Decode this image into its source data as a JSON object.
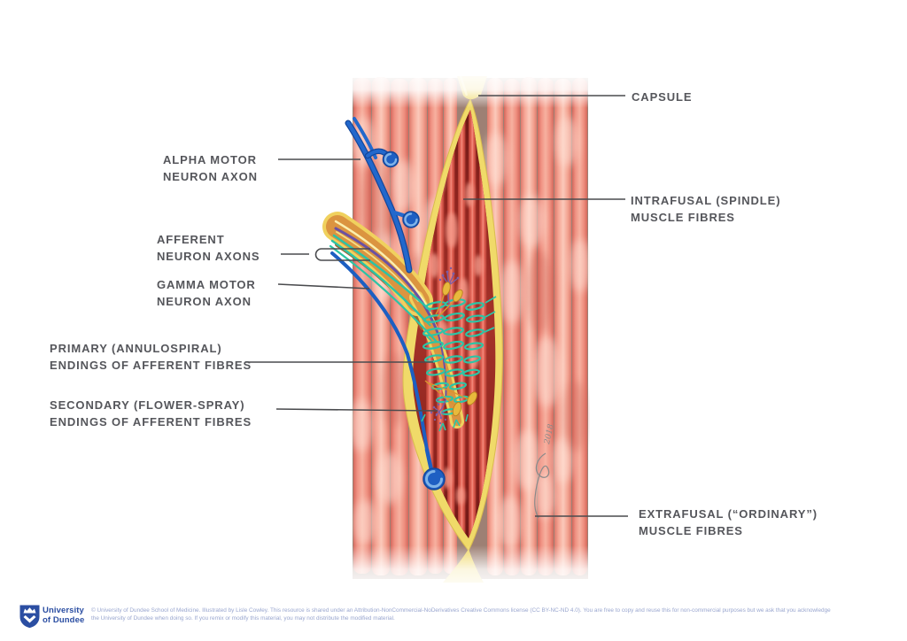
{
  "title": "Muscle spindle anatomy diagram",
  "colors": {
    "label_text": "#55565B",
    "leader_line": "#4A4B4E",
    "muscle_fibre": "#F09384",
    "capsule_yellow": "#EFD765",
    "intrafusal_red": "#A5332A",
    "axon_blue": "#2268CC",
    "bundle_orange": "#DB9440",
    "afferent_teal": "#2CC5A6",
    "spray_purple": "#7B5EA7",
    "plate_gold": "#E8B93C",
    "brand_blue": "#2B4EA2",
    "footer_text": "#99A6CF"
  },
  "labels": {
    "capsule": {
      "lines": [
        "CAPSULE"
      ]
    },
    "alpha": {
      "lines": [
        "ALPHA MOTOR",
        "NEURON AXON"
      ]
    },
    "afferent": {
      "lines": [
        "AFFERENT",
        "NEURON AXONS"
      ]
    },
    "gamma": {
      "lines": [
        "GAMMA MOTOR",
        "NEURON AXON"
      ]
    },
    "primary": {
      "lines": [
        "PRIMARY (ANNULOSPIRAL)",
        "ENDINGS OF AFFERENT FIBRES"
      ]
    },
    "secondary": {
      "lines": [
        "SECONDARY (FLOWER-SPRAY)",
        "ENDINGS OF AFFERENT FIBRES"
      ]
    },
    "intrafusal": {
      "lines": [
        "INTRAFUSAL (SPINDLE)",
        "MUSCLE FIBRES"
      ]
    },
    "extrafusal": {
      "lines": [
        "EXTRAFUSAL (“ORDINARY”)",
        "MUSCLE FIBRES"
      ]
    }
  },
  "signature": "2018",
  "footer": {
    "org_line1": "University",
    "org_line2": "of Dundee",
    "copyright_line1": "© University of Dundee School of Medicine. Illustrated by Lisle Cowley. This resource is shared under an Attribution-NonCommercial-NoDerivatives Creative Commons license (CC BY-NC-ND 4.0). You are free to copy and reuse this for non-commercial purposes but we ask that you acknowledge",
    "copyright_line2": "the University of Dundee when doing so. If you remix or modify this material, you may not distribute the modified material."
  }
}
